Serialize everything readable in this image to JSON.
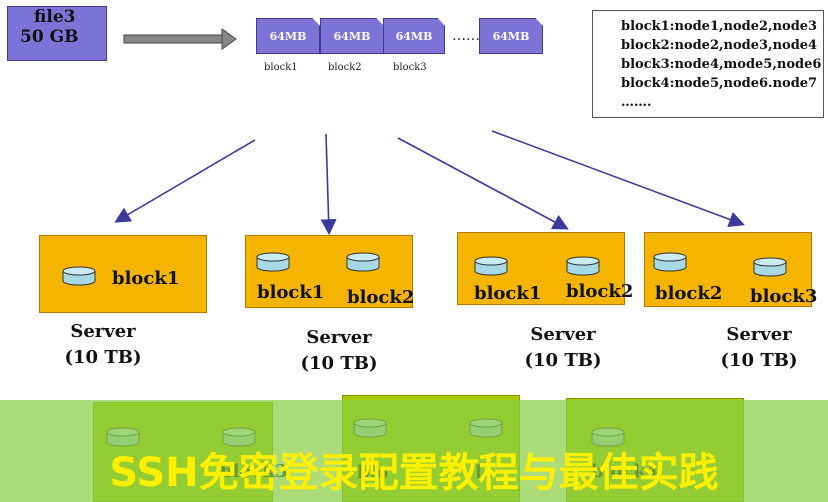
{
  "file": {
    "name": "file3",
    "size": "50 GB"
  },
  "blocks": [
    {
      "size": "64MB",
      "label": "block1"
    },
    {
      "size": "64MB",
      "label": "block2"
    },
    {
      "size": "64MB",
      "label": "block3"
    },
    {
      "size": "64MB",
      "label": ""
    }
  ],
  "ellipsis": "……",
  "legend": [
    "block1:node1,node2,node3",
    "block2:node2,node3,node4",
    "block3:node4,mode5,node6",
    "block4:node5,node6.node7",
    "……."
  ],
  "servers": [
    {
      "label": "Server",
      "capacity": "(10 TB)",
      "blocks": [
        "block1"
      ]
    },
    {
      "label": "Server",
      "capacity": "(10 TB)",
      "blocks": [
        "block1",
        "block2"
      ]
    },
    {
      "label": "Server",
      "capacity": "(10 TB)",
      "blocks": [
        "block1",
        "block2"
      ]
    },
    {
      "label": "Server",
      "capacity": "(10 TB)",
      "blocks": [
        "block2",
        "block3"
      ]
    }
  ],
  "bottom_partial_labels": [
    "block3",
    "blo",
    "lo",
    "block4"
  ],
  "banner": "SSH免密登录配置教程与最佳实践",
  "colors": {
    "block_purple": "#7c73d6",
    "server_orange": "#f5b400",
    "banner_green": "#8ccd46",
    "banner_text": "#ffef00",
    "arrow": "#3a3a9a"
  }
}
